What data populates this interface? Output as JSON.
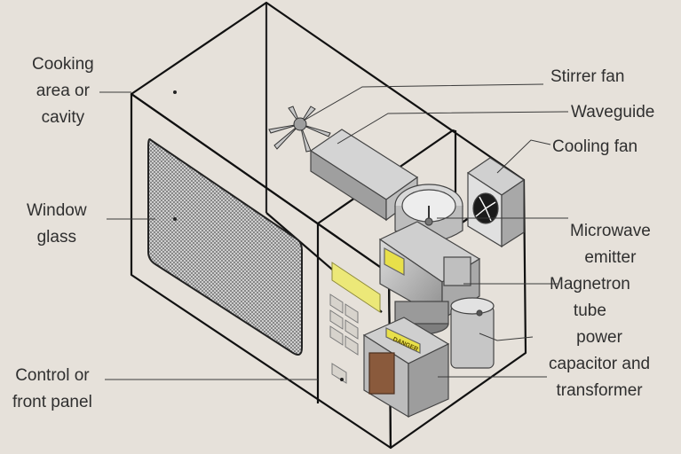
{
  "labels": {
    "cooking_area": [
      "Cooking",
      "area or",
      "cavity"
    ],
    "window_glass": [
      "Window",
      "glass"
    ],
    "control_panel": [
      "Control or",
      "front panel"
    ],
    "stirrer_fan": "Stirrer fan",
    "waveguide": "Waveguide",
    "cooling_fan": "Cooling fan",
    "microwave_emitter": [
      "Microwave",
      "emitter"
    ],
    "magnetron_tube": [
      "Magnetron",
      "tube"
    ],
    "power_capacitor": [
      "power",
      "capacitor and",
      "transformer"
    ]
  },
  "warning_sticker_text": "DANGER",
  "colors": {
    "background": "#e6e1da",
    "outline": "#111111",
    "sticker": "#e8e04a",
    "component_gray": "#b9b9b9",
    "transformer_core": "#8a5a3c"
  }
}
